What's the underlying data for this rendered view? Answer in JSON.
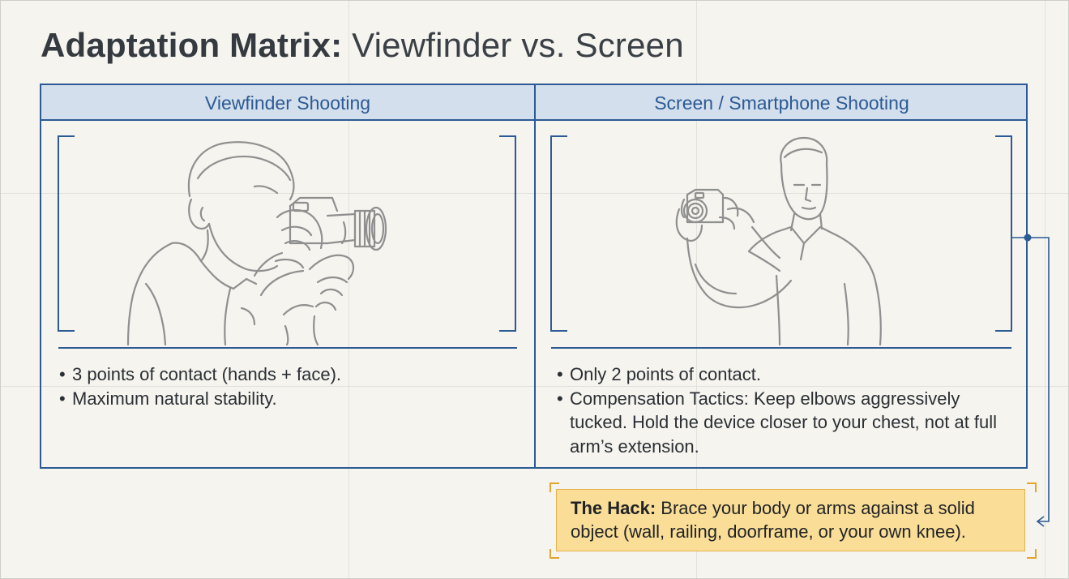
{
  "title": {
    "lead": "Adaptation Matrix:",
    "rest": " Viewfinder vs. Screen"
  },
  "columns": [
    {
      "header": "Viewfinder Shooting",
      "illustration": "photographer-eye-level-viewfinder",
      "bullets": [
        "3 points of contact (hands + face).",
        "Maximum natural stability."
      ]
    },
    {
      "header": "Screen / Smartphone Shooting",
      "illustration": "photographer-arms-extended-screen",
      "bullets": [
        "Only 2 points of contact.",
        "Compensation Tactics: Keep elbows aggressively tucked. Hold the device closer to your chest, not at full arm’s extension."
      ]
    }
  ],
  "hack": {
    "label": "The Hack:",
    "text": " Brace your body or arms against a solid object (wall, railing, doorframe, or your own knee)."
  },
  "colors": {
    "accent": "#2c5a94",
    "header_fill": "#d3dfec",
    "hack_fill": "#fadd96",
    "hack_border": "#e2a52d",
    "sketch_stroke": "#8f8f8f"
  }
}
